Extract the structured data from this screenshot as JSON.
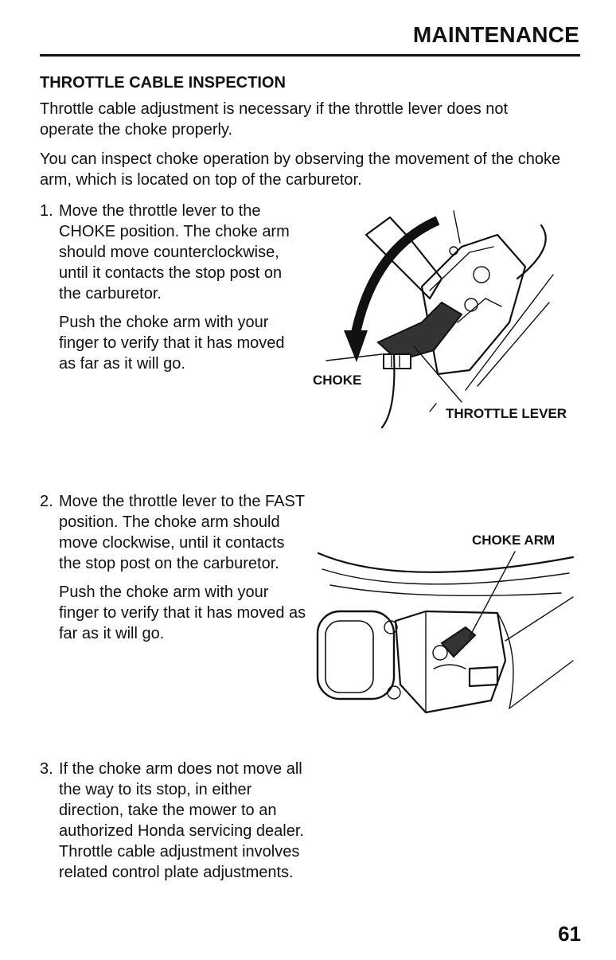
{
  "header": {
    "title": "MAINTENANCE"
  },
  "section": {
    "title": "THROTTLE CABLE INSPECTION",
    "intro_1": "Throttle cable adjustment is necessary if the throttle lever does not operate the choke properly.",
    "intro_2": "You can inspect choke operation by observing the movement of the choke arm, which is located on top of the carburetor."
  },
  "steps": [
    {
      "number": "1.",
      "text": "Move the throttle lever to the CHOKE position. The choke arm should move counterclockwise, until it contacts the stop post on the carburetor.",
      "subtext": "Push the choke arm with your finger to verify that it has moved as far as it will go."
    },
    {
      "number": "2.",
      "text": "Move the throttle lever to the FAST position. The choke arm should move clockwise, until it contacts the stop post on the carburetor.",
      "subtext": "Push the choke arm with your finger to verify that it has moved as far as it will go."
    },
    {
      "number": "3.",
      "text": "If the choke arm does not move all the way to its stop, in either direction, take the mower to an authorized Honda servicing dealer. Throttle cable adjustment involves related control plate adjustments."
    }
  ],
  "figure_1": {
    "choke_label": "CHOKE",
    "throttle_label": "THROTTLE LEVER"
  },
  "figure_2": {
    "choke_arm_label": "CHOKE ARM"
  },
  "page_number": "61"
}
